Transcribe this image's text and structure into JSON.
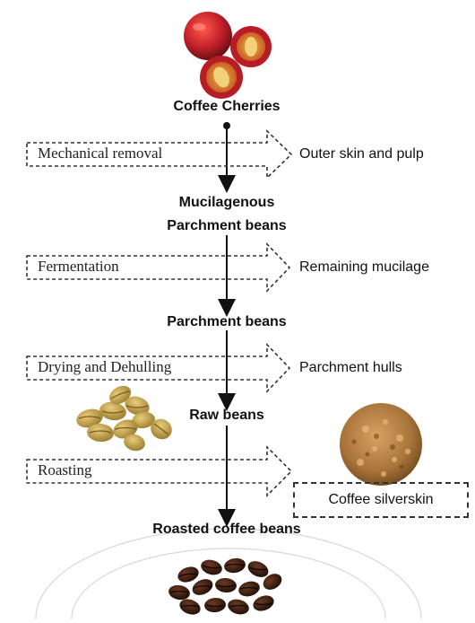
{
  "stages": {
    "coffee_cherries": "Coffee Cherries",
    "mucilagenous_line1": "Mucilagenous",
    "mucilagenous_line2": "Parchment beans",
    "parchment_beans": "Parchment beans",
    "raw_beans": "Raw beans",
    "roasted_coffee_beans": "Roasted coffee beans"
  },
  "steps": {
    "mechanical_removal": "Mechanical removal",
    "fermentation": "Fermentation",
    "drying_dehulling": "Drying and Dehulling",
    "roasting": "Roasting"
  },
  "outputs": {
    "outer_skin_pulp": "Outer skin and pulp",
    "remaining_mucilage": "Remaining mucilage",
    "parchment_hulls": "Parchment hulls",
    "coffee_silverskin": "Coffee silverskin"
  },
  "colors": {
    "cherry_red": "#c4202a",
    "cherry_flesh": "#e08a2a",
    "green_bean": "#c9a54a",
    "silverskin": "#b07a3c",
    "roasted_bean": "#3a1f12",
    "arrow": "#111111"
  }
}
